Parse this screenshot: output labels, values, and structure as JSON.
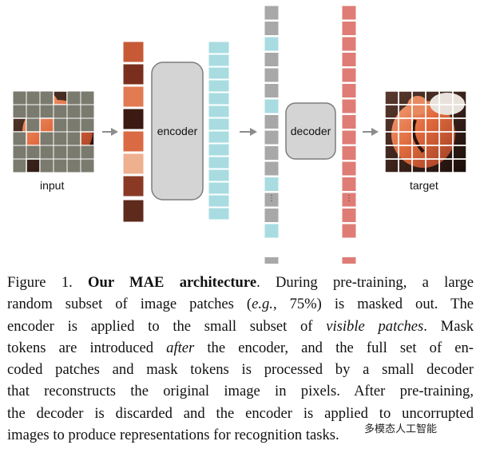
{
  "figure": {
    "input_label": "input",
    "target_label": "target",
    "encoder_label": "encoder",
    "decoder_label": "decoder",
    "dots_glyph": "⋮",
    "colors": {
      "mask_gray": "#7a7a6e",
      "encoded_cyan": "#a9dce1",
      "mask_token_gray": "#a8a8a8",
      "decoder_red": "#df7c76",
      "arrow_gray": "#8c8c8c",
      "box_fill": "#d4d4d4",
      "flamingo_pink": "#e07d52",
      "flamingo_dark": "#3b1a12"
    },
    "input_visible_pattern": [
      [
        0,
        0,
        0,
        1,
        0,
        0
      ],
      [
        0,
        0,
        0,
        0,
        0,
        0
      ],
      [
        1,
        0,
        1,
        0,
        0,
        0
      ],
      [
        0,
        1,
        0,
        0,
        0,
        1
      ],
      [
        0,
        0,
        0,
        0,
        0,
        0
      ],
      [
        0,
        1,
        0,
        0,
        0,
        0
      ]
    ],
    "token_sequence_encoder_out": [
      1,
      1,
      1,
      1,
      1,
      1,
      1,
      1,
      1,
      1,
      1,
      1,
      1,
      1
    ],
    "token_sequence_decoder_in": [
      0,
      0,
      1,
      0,
      0,
      0,
      1,
      0,
      0,
      0,
      0,
      1,
      0,
      0,
      1,
      0,
      0,
      0,
      1,
      0,
      0,
      0,
      0,
      0,
      0,
      0,
      0
    ],
    "token_sequence_decoder_out_count": 27
  },
  "caption": {
    "lines": [
      [
        {
          "t": "Figure 1.  "
        },
        {
          "t": "Our MAE architecture",
          "b": true
        },
        {
          "t": ".  During pre-training, a large"
        }
      ],
      [
        {
          "t": "random subset of image patches ("
        },
        {
          "t": "e.g.",
          "i": true
        },
        {
          "t": ", 75%) is masked out.  The"
        }
      ],
      [
        {
          "t": "encoder is applied to the small subset of "
        },
        {
          "t": "visible patches",
          "i": true
        },
        {
          "t": ".  Mask"
        }
      ],
      [
        {
          "t": "tokens are introduced "
        },
        {
          "t": "after",
          "i": true
        },
        {
          "t": " the encoder, and the full set of en-"
        }
      ],
      [
        {
          "t": "coded patches and mask tokens is processed by a small decoder"
        }
      ],
      [
        {
          "t": "that reconstructs the original image in pixels.  After pre-training,"
        }
      ],
      [
        {
          "t": "the decoder is discarded and the encoder is applied to uncorrupted"
        }
      ],
      [
        {
          "t": "images to produce representations for recognition tasks."
        }
      ]
    ]
  },
  "watermark": "多模态人工智能"
}
